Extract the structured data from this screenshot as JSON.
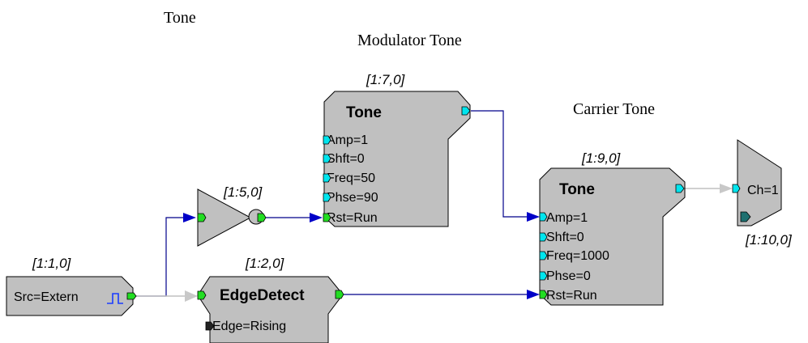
{
  "labels": {
    "tone": "Tone",
    "modulator_tone": "Modulator Tone",
    "carrier_tone": "Carrier Tone"
  },
  "blocks": {
    "src": {
      "id": "[1:1,0]",
      "param": "Src=Extern"
    },
    "edge": {
      "id": "[1:2,0]",
      "title": "EdgeDetect",
      "param": "Edge=Rising"
    },
    "inv": {
      "id": "[1:5,0]"
    },
    "tone1": {
      "id": "[1:7,0]",
      "title": "Tone",
      "params": [
        "Amp=1",
        "Shft=0",
        "Freq=50",
        "Phse=90",
        "Rst=Run"
      ]
    },
    "tone2": {
      "id": "[1:9,0]",
      "title": "Tone",
      "params": [
        "Amp=1",
        "Shft=0",
        "Freq=1000",
        "Phse=0",
        "Rst=Run"
      ]
    },
    "out": {
      "id": "[1:10,0]",
      "param": "Ch=1"
    }
  },
  "colors": {
    "block_fill": "#c0c0c0",
    "wire": "#00008b",
    "arrow": "#0000c8",
    "port_cyan": "#00e5ee",
    "port_green": "#22dd22"
  }
}
